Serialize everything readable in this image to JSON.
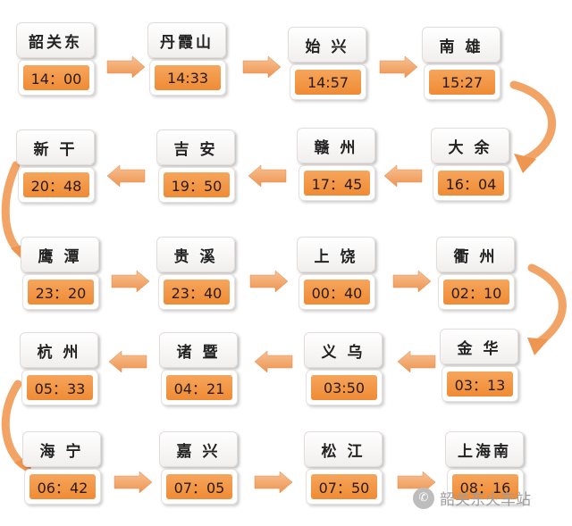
{
  "stations": [
    {
      "name": "韶关东",
      "time": "14：00"
    },
    {
      "name": "丹霞山",
      "time": "14:33"
    },
    {
      "name": "始 兴",
      "time": "14:57"
    },
    {
      "name": "南 雄",
      "time": "15:27"
    },
    {
      "name": "大 余",
      "time": "16：04"
    },
    {
      "name": "赣 州",
      "time": "17：45"
    },
    {
      "name": "吉 安",
      "time": "19：50"
    },
    {
      "name": "新 干",
      "time": "20：48"
    },
    {
      "name": "鹰 潭",
      "time": "23：20"
    },
    {
      "name": "贵 溪",
      "time": "23：40"
    },
    {
      "name": "上 饶",
      "time": "00：40"
    },
    {
      "name": "衢 州",
      "time": "02：10"
    },
    {
      "name": "金 华",
      "time": "03：13"
    },
    {
      "name": "义 乌",
      "time": "03:50"
    },
    {
      "name": "诸 暨",
      "time": "04：21"
    },
    {
      "name": "杭 州",
      "time": "05：33"
    },
    {
      "name": "海 宁",
      "time": "06：42"
    },
    {
      "name": "嘉 兴",
      "time": "07：05"
    },
    {
      "name": "松 江",
      "time": "07：50"
    },
    {
      "name": "上海南",
      "time": "08：16"
    }
  ],
  "watermark": {
    "text": "韶关东火车站",
    "icon": "wechat-icon"
  },
  "colors": {
    "arrow": "#f0a062",
    "time_fill": "#f2923e"
  }
}
